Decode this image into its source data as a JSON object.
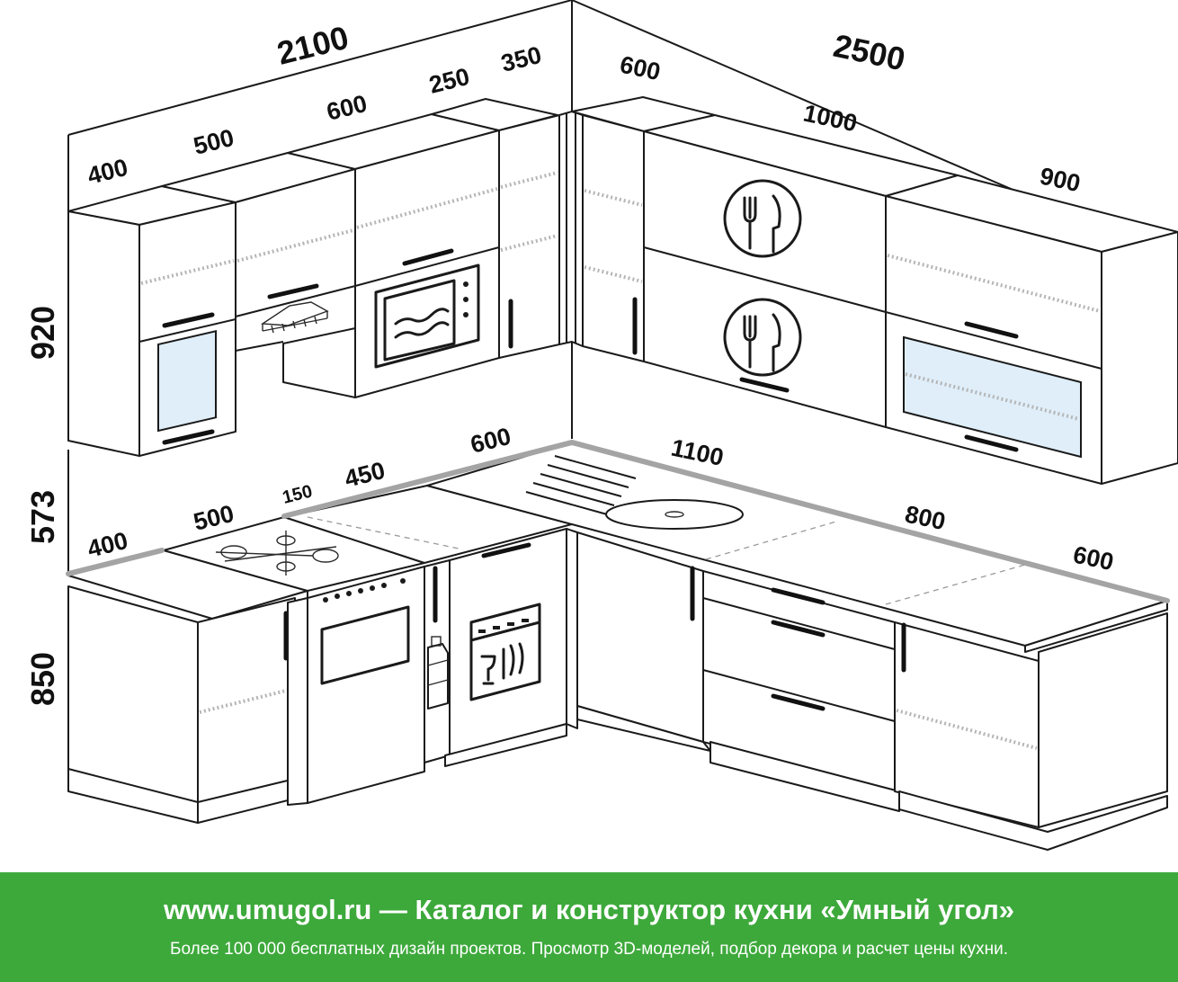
{
  "dimensions": {
    "top_total_left": "2100",
    "top_total_right": "2500",
    "upper_400": "400",
    "upper_500": "500",
    "upper_600": "600",
    "upper_250": "250",
    "upper_350": "350",
    "upper_right_600": "600",
    "upper_right_1000": "1000",
    "upper_right_900": "900",
    "height_upper": "920",
    "height_gap": "573",
    "height_lower": "850",
    "lower_400": "400",
    "lower_500": "500",
    "lower_150": "150",
    "lower_450": "450",
    "lower_600": "600",
    "lower_1100": "1100",
    "lower_800": "800",
    "lower_right_600": "600"
  },
  "banner": {
    "title": "www.umugol.ru — Каталог и конструктор кухни «Умный угол»",
    "subtitle": "Более 100 000 бесплатных дизайн проектов. Просмотр 3D-моделей, подбор декора и расчет цены кухни.",
    "color": "#3da93b"
  },
  "icons": [
    "fork-knife-icon",
    "microwave-icon",
    "dishwasher-icon",
    "gas-hob-icon",
    "range-hood-icon",
    "sink-icon"
  ]
}
